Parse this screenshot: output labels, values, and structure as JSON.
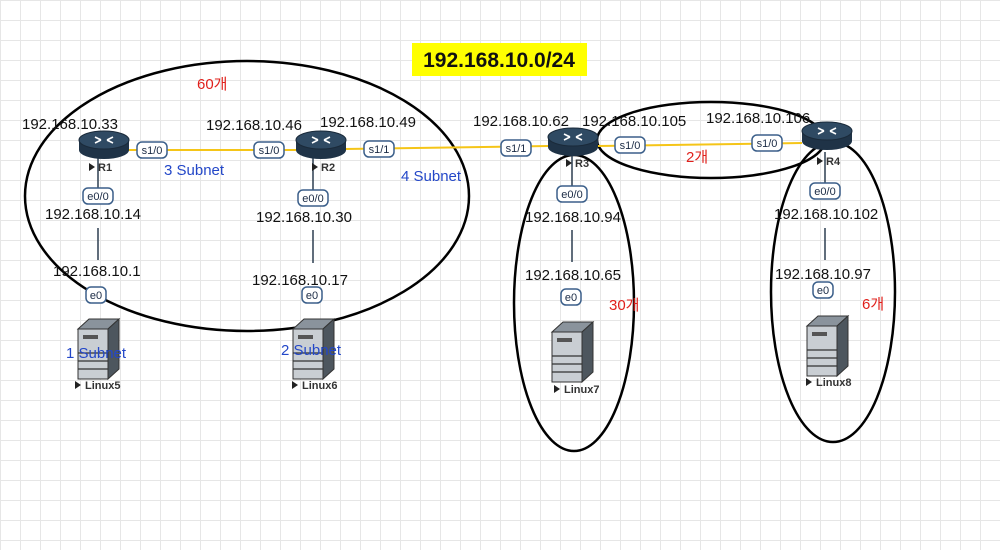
{
  "title": "192.168.10.0/24",
  "colors": {
    "title_bg": "#ffff00",
    "link": "#f5c518",
    "blue_text": "#2347c8",
    "red_text": "#e0201b",
    "router_fill": "#2f4a63"
  },
  "devices": {
    "r1": "R1",
    "r2": "R2",
    "r3": "R3",
    "r4": "R4",
    "linux5": "Linux5",
    "linux6": "Linux6",
    "linux7": "Linux7",
    "linux8": "Linux8"
  },
  "ports": {
    "r1_s10": "s1/0",
    "r2_s10": "s1/0",
    "r2_s11": "s1/1",
    "r3_s11": "s1/1",
    "r3_s10": "s1/0",
    "r4_s10": "s1/0",
    "r1_e00": "e0/0",
    "r2_e00": "e0/0",
    "r3_e00": "e0/0",
    "r4_e00": "e0/0",
    "linux5_e0": "e0",
    "linux6_e0": "e0",
    "linux7_e0": "e0",
    "linux8_e0": "e0"
  },
  "ips": {
    "r1_s10": "192.168.10.33",
    "r2_s10": "192.168.10.46",
    "r2_s11": "192.168.10.49",
    "r3_s11": "192.168.10.62",
    "r3_s10": "192.168.10.105",
    "r4_s10": "192.168.10.106",
    "r1_e00": "192.168.10.14",
    "linux5_e0": "192.168.10.1",
    "r2_e00": "192.168.10.30",
    "linux6_e0": "192.168.10.17",
    "r3_e00": "192.168.10.94",
    "linux7_e0": "192.168.10.65",
    "r4_e00": "192.168.10.102",
    "linux8_e0": "192.168.10.97"
  },
  "subnet_labels": {
    "s1": "1 Subnet",
    "s2": "2 Subnet",
    "s3": "3 Subnet",
    "s4": "4 Subnet"
  },
  "host_counts": {
    "big": "60개",
    "r3_r4": "2개",
    "linux7": "30개",
    "linux8": "6개"
  },
  "icons": {
    "router": "router-icon",
    "server": "server-icon",
    "play": "play-triangle-icon"
  }
}
